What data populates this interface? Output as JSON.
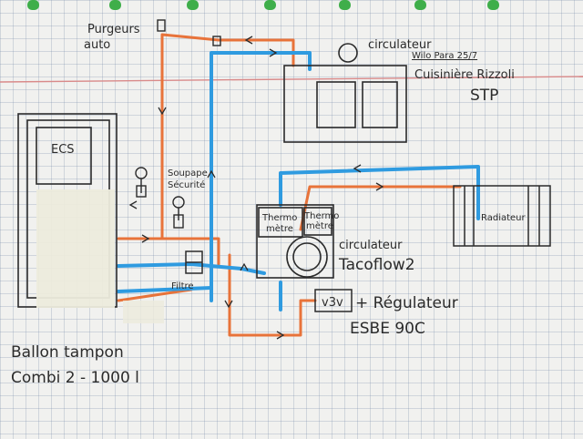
{
  "labels": {
    "purgeurs_line1": "Purgeurs",
    "purgeurs_line2": "auto",
    "circ_title": "circulateur",
    "circ_model": "Wilo Para 25/7",
    "cuisiniere": "Cuisinière Rizzoli",
    "stp": "STP",
    "ecs": "ECS",
    "soupape_line1": "Soupape",
    "soupape_line2": "Sécurité",
    "thermo_metre_1": "Thermo",
    "thermo_metre_2": "mètre",
    "thermo_metre2_1": "Thermo",
    "thermo_metre2_2": "mètre",
    "radiateur": "Radiateur",
    "circ2_line1": "circulateur",
    "circ2_line2": "Tacoflow2",
    "filtre": "Filtre",
    "v3v": "v3v",
    "regulateur": "+ Régulateur",
    "esbe": "ESBE 90C",
    "ballon_line1": "Ballon tampon",
    "ballon_line2": "Combi 2 - 1000 l"
  },
  "colors": {
    "hot_pipe": "#e8733a",
    "cold_pipe": "#2f9be0",
    "ink": "#2b2b2b",
    "paper": "#f1f1ef",
    "binding": "#3fae4a",
    "margin_line": "#d98a8a",
    "tape": "#ecebdc"
  }
}
